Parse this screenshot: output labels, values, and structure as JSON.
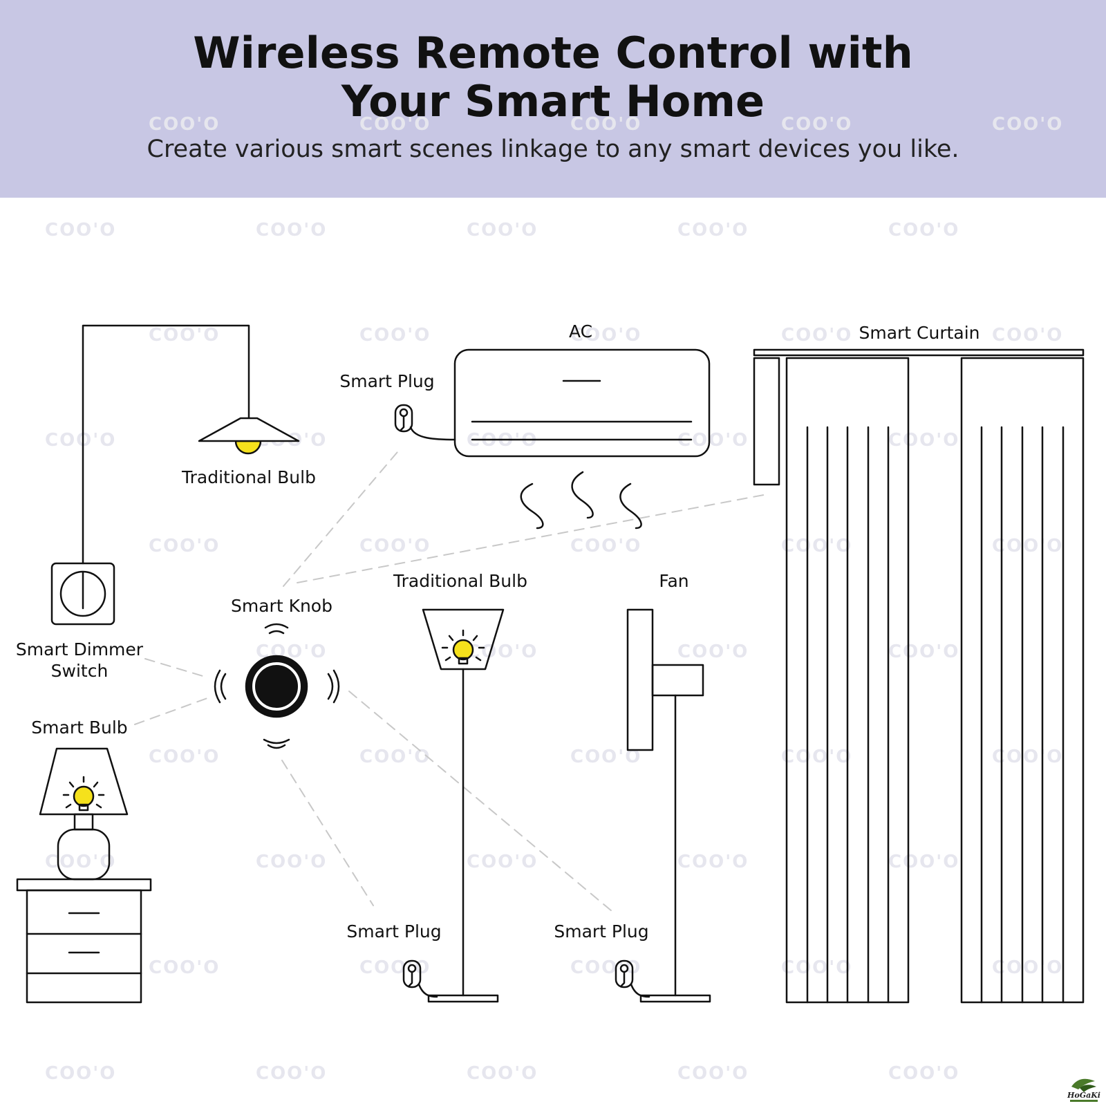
{
  "header": {
    "title_line1": "Wireless Remote Control with",
    "title_line2": "Your Smart Home",
    "subtitle": "Create various smart scenes linkage to any smart devices you like."
  },
  "watermark": "COO'O",
  "labels": {
    "ac": "AC",
    "smart_curtain": "Smart Curtain",
    "smart_plug_ac": "Smart Plug",
    "traditional_bulb_pendant": "Traditional Bulb",
    "traditional_bulb_floor": "Traditional Bulb",
    "fan": "Fan",
    "smart_knob": "Smart Knob",
    "smart_dimmer_switch_1": "Smart Dimmer",
    "smart_dimmer_switch_2": "Switch",
    "smart_bulb": "Smart Bulb",
    "smart_plug_floor_lamp": "Smart Plug",
    "smart_plug_fan": "Smart Plug"
  },
  "logo_text": "HoGaKi",
  "colors": {
    "banner": "#c8c7e4",
    "bulb": "#f5e11c",
    "line": "#111111",
    "dash": "#c8c8c8"
  }
}
